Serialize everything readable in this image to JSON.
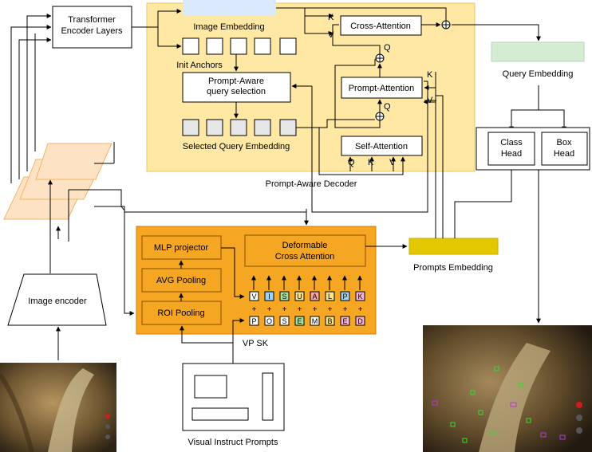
{
  "transformer_encoder": "Transformer\nEncoder Layers",
  "image_embedding": "Image Embedding",
  "init_anchors": "Init Anchors",
  "prompt_aware_query_selection": "Prompt-Aware\nquery selection",
  "selected_query_embedding": "Selected Query Embedding",
  "prompt_aware_decoder": "Prompt-Aware Decoder",
  "cross_attention": "Cross-Attention",
  "prompt_attention": "Prompt-Attention",
  "self_attention": "Self-Attention",
  "letters": {
    "k": "K",
    "v": "V",
    "q": "Q"
  },
  "query_embedding": "Query Embedding",
  "class_head": "Class\nHead",
  "box_head": "Box\nHead",
  "image_encoder": "Image encoder",
  "mlp_projector": "MLP projector",
  "avg_pooling": "AVG Pooling",
  "roi_pooling": "ROI Pooling",
  "deformable_cross_attention": "Deformable\nCross Attention",
  "prompts_embedding": "Prompts Embedding",
  "vp_sk": "VP SK",
  "visual_instruct_prompts": "Visual Instruct Prompts",
  "visual_tokens": [
    "V",
    "I",
    "S",
    "U",
    "A",
    "L",
    "P",
    "K"
  ],
  "position_tokens": [
    "P",
    "O",
    "S",
    "E",
    "M",
    "B",
    "E",
    "D"
  ],
  "plus": "+",
  "colors": {
    "decoder_bg": "#ffe8a3",
    "decoder_border": "#e7c56a",
    "vp_bg": "#f5a623",
    "vp_border": "#d67900",
    "prompt_emb": "#e3c800",
    "query_emb": "#d5ecd4",
    "image_emb": "#dae8fc",
    "feature_map": "#fde3c4"
  },
  "icons": [
    "endoscope-input-image",
    "endoscope-output-image"
  ]
}
